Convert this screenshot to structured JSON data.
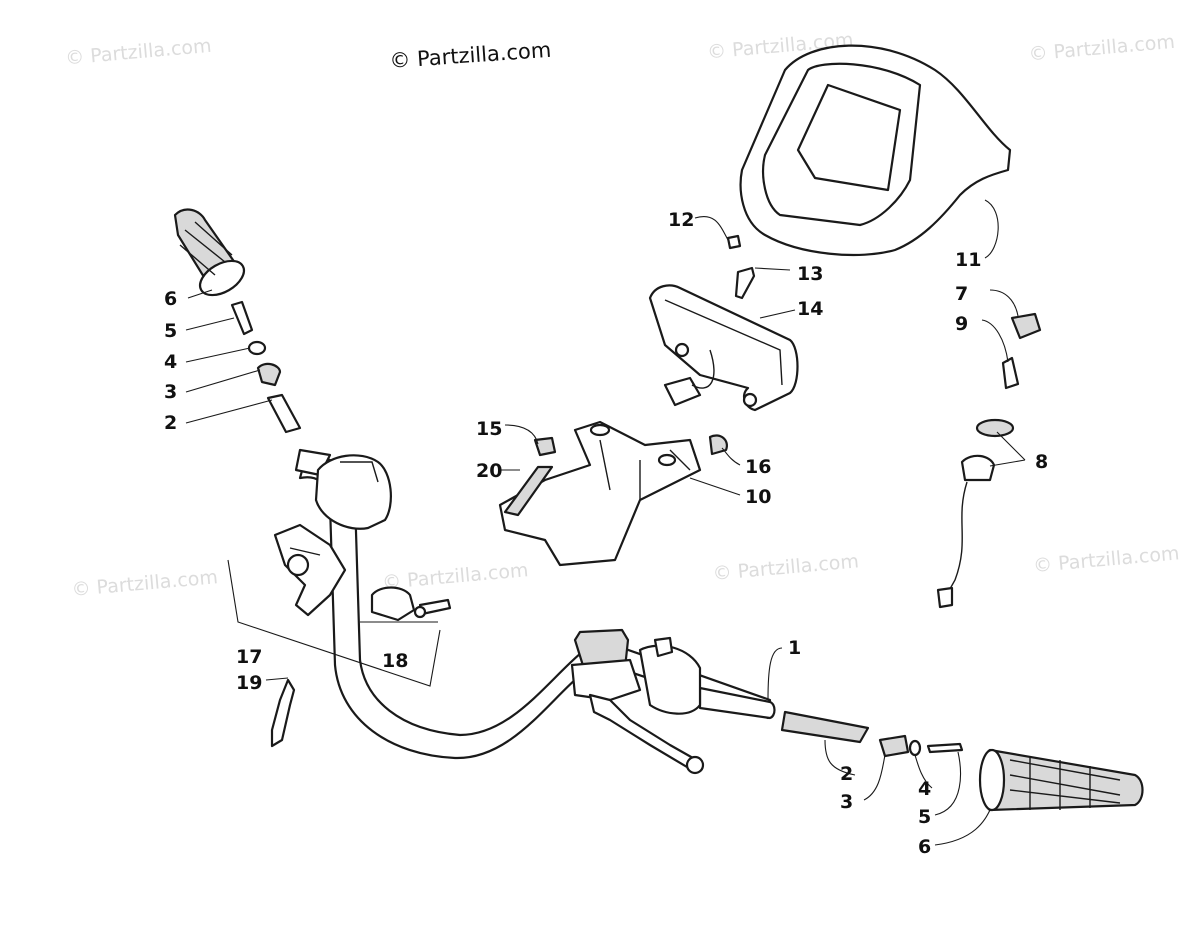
{
  "copyright": "© Partzilla.com",
  "watermark": "© Partzilla.com",
  "callouts": {
    "c1": "1",
    "c2a": "2",
    "c2b": "2",
    "c3a": "3",
    "c3b": "3",
    "c4a": "4",
    "c4b": "4",
    "c5a": "5",
    "c5b": "5",
    "c6a": "6",
    "c6b": "6",
    "c7": "7",
    "c8": "8",
    "c9": "9",
    "c10": "10",
    "c11": "11",
    "c12": "12",
    "c13": "13",
    "c14": "14",
    "c15": "15",
    "c16": "16",
    "c17": "17",
    "c18": "18",
    "c19": "19",
    "c20": "20"
  }
}
